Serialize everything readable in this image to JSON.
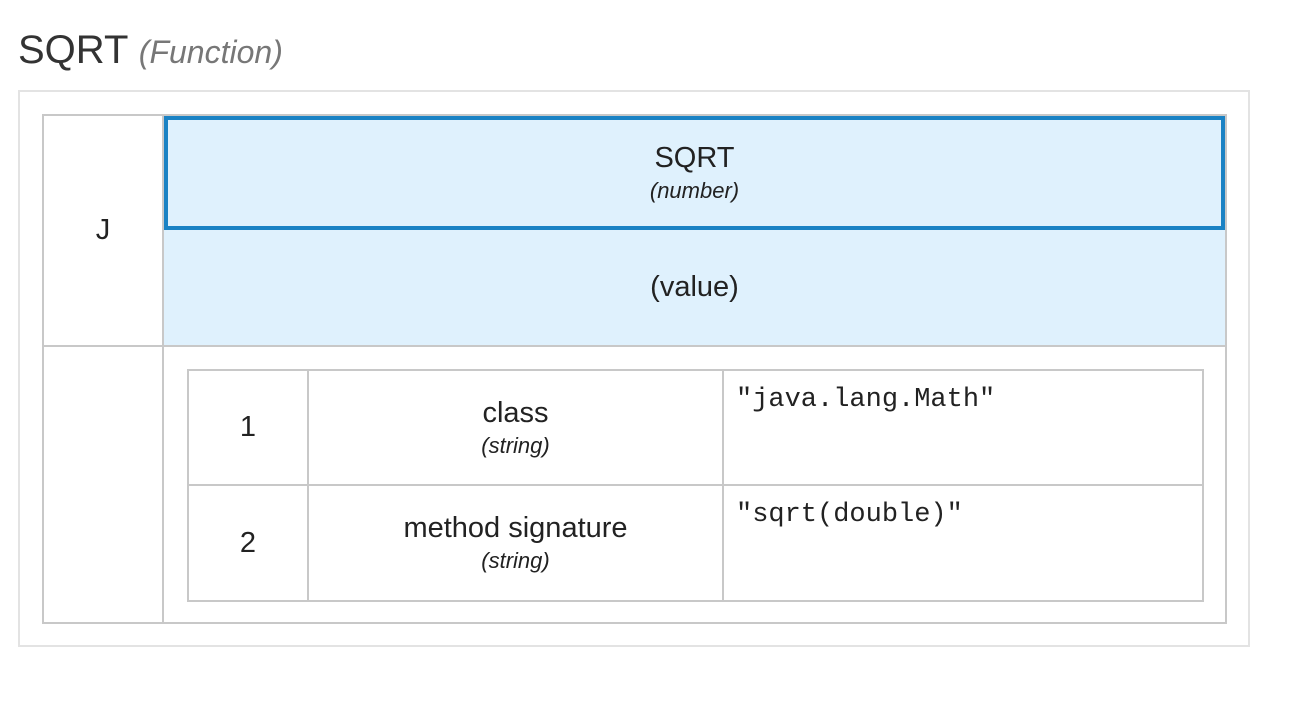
{
  "page": {
    "title": "SQRT",
    "title_type": "(Function)"
  },
  "function": {
    "kind": "J",
    "header_name": "SQRT",
    "header_type": "(number)",
    "value": "(value)"
  },
  "parameters": [
    {
      "index": "1",
      "name": "class",
      "type": "(string)",
      "value": "\"java.lang.Math\""
    },
    {
      "index": "2",
      "name": "method signature",
      "type": "(string)",
      "value": "\"sqrt(double)\""
    }
  ],
  "colors": {
    "header_bg": "#dff1fd",
    "selection_border": "#1a82c4",
    "grid": "#c8c8c8"
  }
}
